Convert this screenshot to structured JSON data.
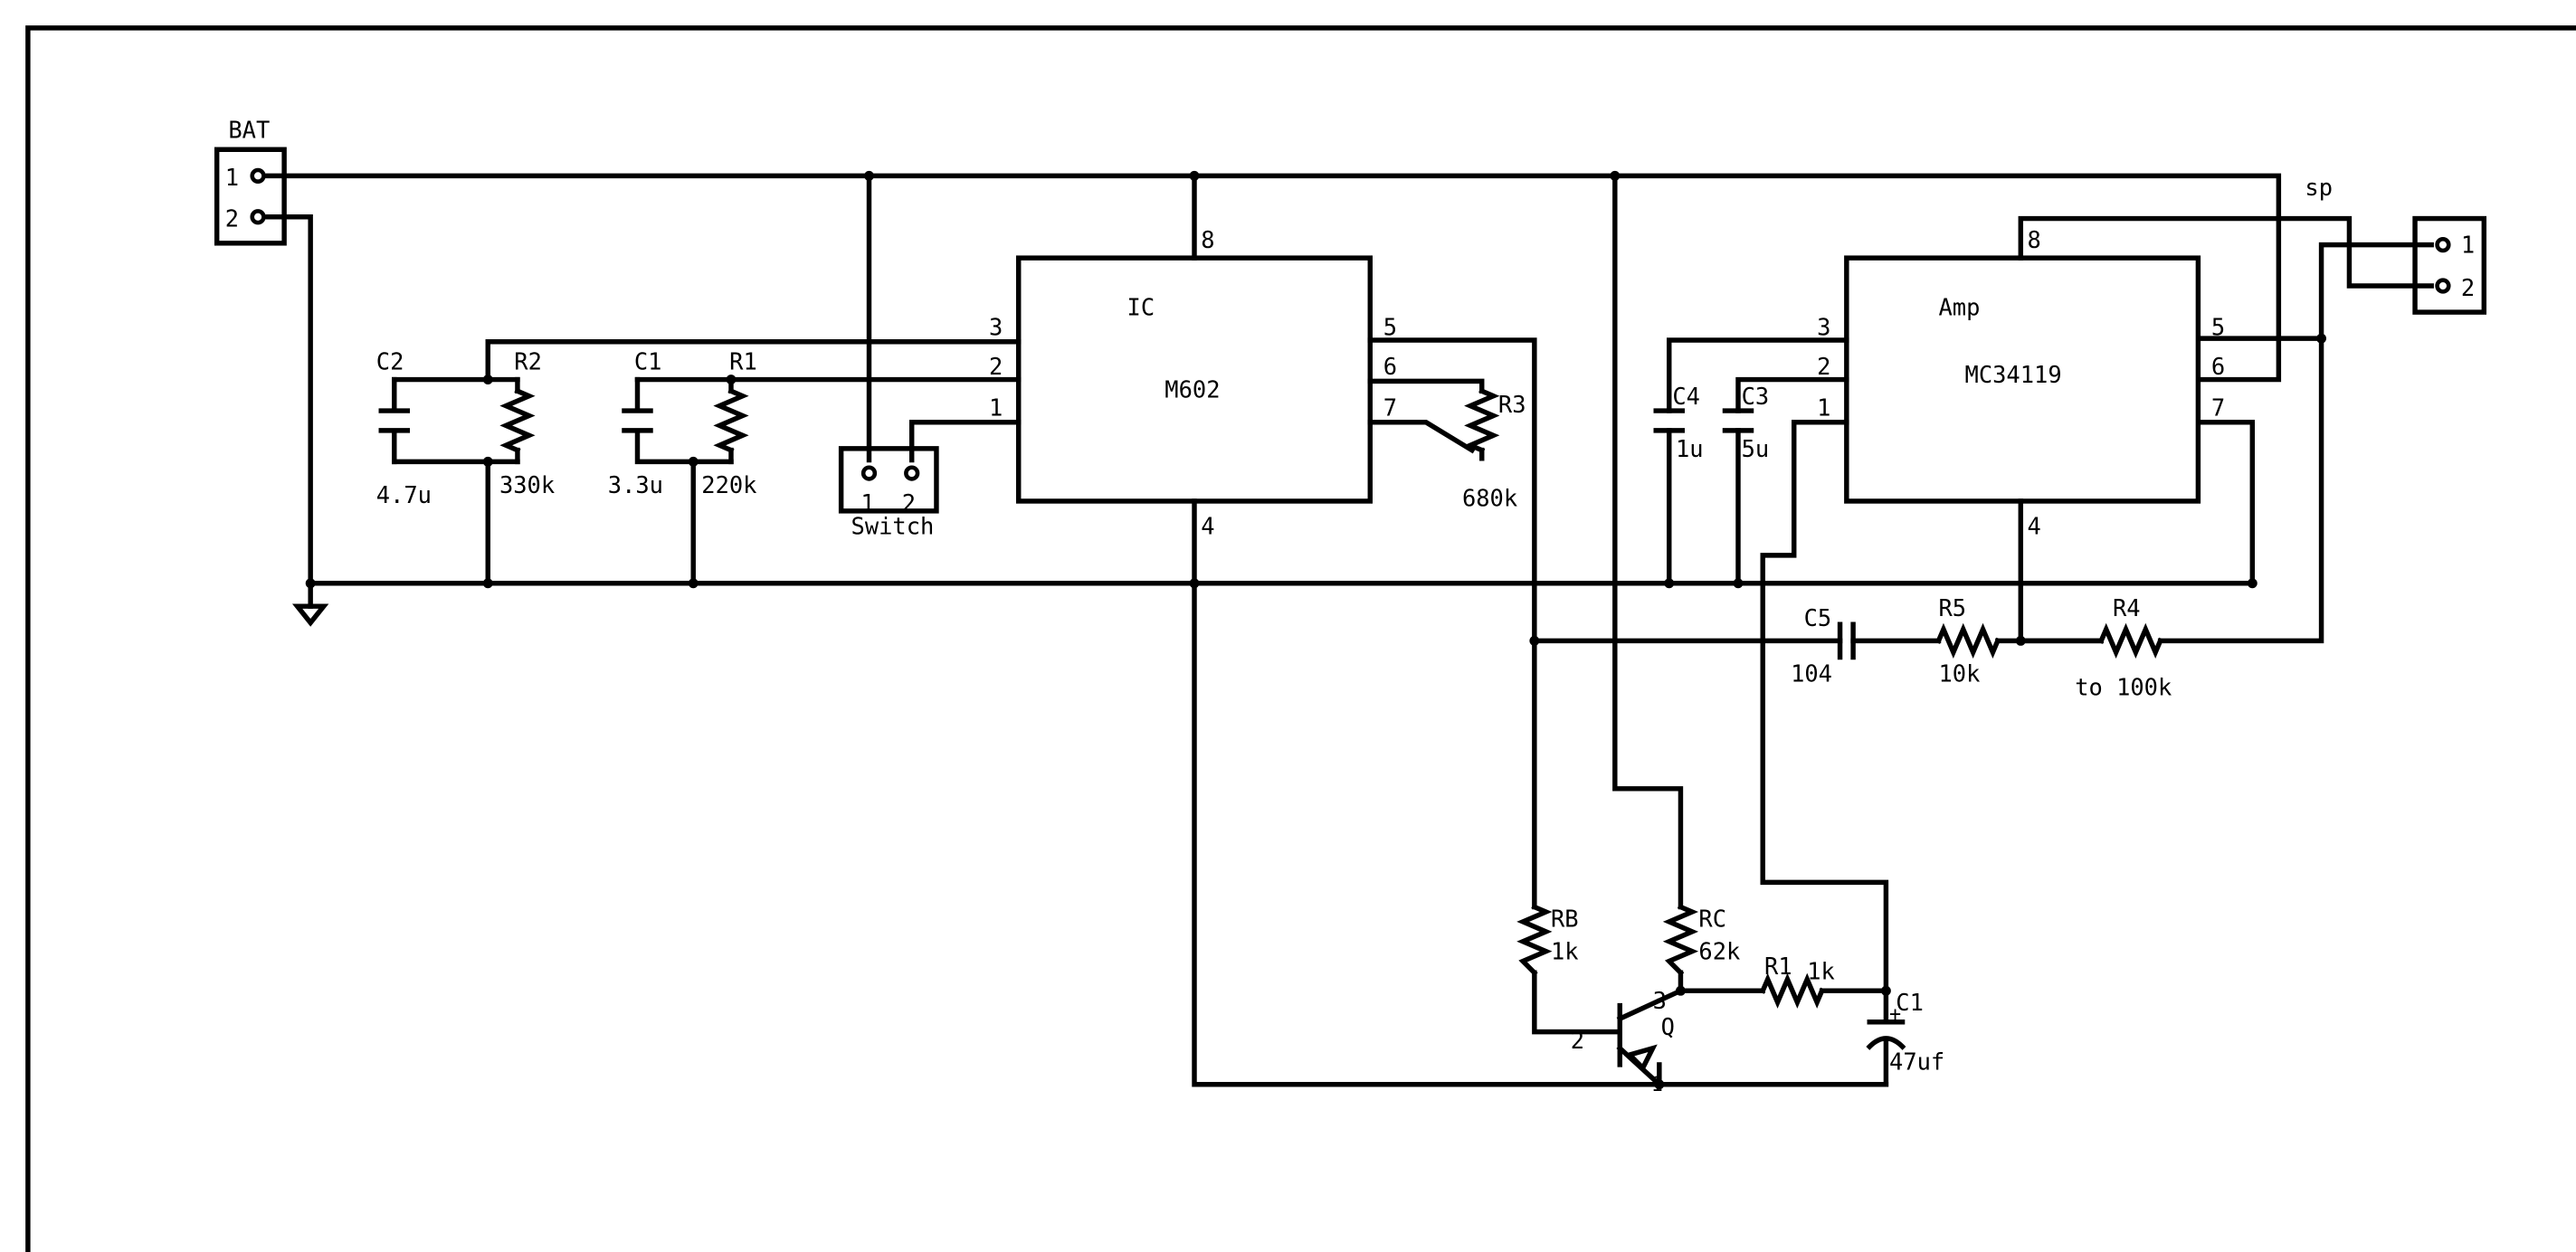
{
  "connectors": {
    "bat": {
      "label": "BAT",
      "pins": [
        "1",
        "2"
      ]
    },
    "sp": {
      "label": "sp",
      "pins": [
        "1",
        "2"
      ]
    },
    "switch": {
      "label": "Switch",
      "pins": [
        "1",
        "2"
      ]
    }
  },
  "ic_m602": {
    "name": "IC",
    "part": "M602",
    "pins": [
      "8",
      "3",
      "2",
      "1",
      "5",
      "6",
      "7",
      "4"
    ]
  },
  "ic_amp": {
    "name": "Amp",
    "part": "MC34119",
    "pins": [
      "8",
      "3",
      "2",
      "1",
      "5",
      "6",
      "7",
      "4"
    ]
  },
  "components": {
    "c2": {
      "ref": "C2",
      "value": "4.7u"
    },
    "r2": {
      "ref": "R2",
      "value": "330k"
    },
    "c1": {
      "ref": "C1",
      "value": "3.3u"
    },
    "r1": {
      "ref": "R1",
      "value": "220k"
    },
    "r3": {
      "ref": "R3",
      "value": "680k"
    },
    "c4": {
      "ref": "C4",
      "value": "1u"
    },
    "c3": {
      "ref": "C3",
      "value": "5u"
    },
    "c5": {
      "ref": "C5",
      "value": "104"
    },
    "r5": {
      "ref": "R5",
      "value": "10k"
    },
    "r4": {
      "ref": "R4",
      "value": "to 100k"
    },
    "rb": {
      "ref": "RB",
      "value": "1k"
    },
    "rc": {
      "ref": "RC",
      "value": "62k"
    },
    "rl": {
      "ref": "R1",
      "value": "1k"
    },
    "cl": {
      "ref": "C1",
      "value": "47uf"
    },
    "q": {
      "ref": "Q",
      "pins": [
        "3",
        "2",
        "1"
      ]
    }
  },
  "electrolytic_mark": "+"
}
